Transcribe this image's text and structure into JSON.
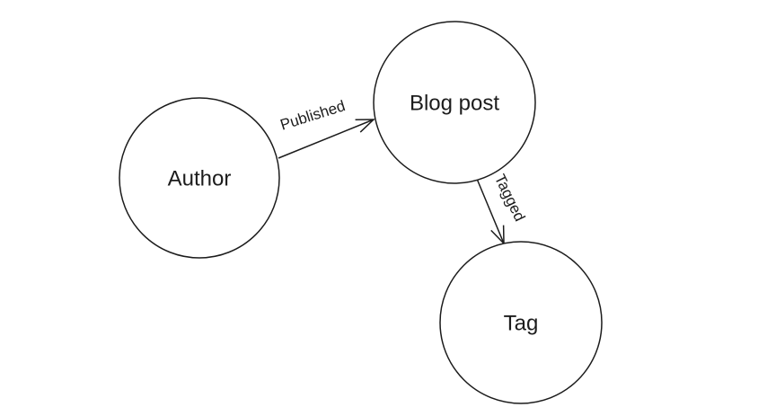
{
  "colors": {
    "background": "#ffffff",
    "node_fill": "#ffffff",
    "stroke": "#1c1c1c",
    "text": "#1c1c1c"
  },
  "diagram": {
    "type": "directed-graph",
    "nodes": [
      {
        "id": "author",
        "label": "Author"
      },
      {
        "id": "blog-post",
        "label": "Blog post"
      },
      {
        "id": "tag",
        "label": "Tag"
      }
    ],
    "edges": [
      {
        "id": "published",
        "label": "Published",
        "from": "author",
        "to": "blog-post"
      },
      {
        "id": "tagged",
        "label": "Tagged",
        "from": "blog-post",
        "to": "tag"
      }
    ]
  }
}
